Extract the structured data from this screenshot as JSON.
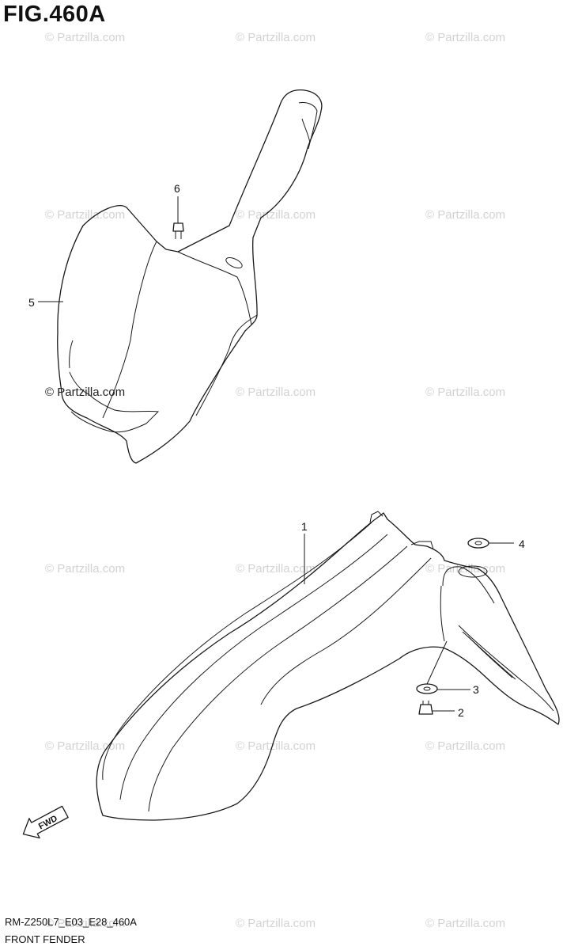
{
  "figure_title": "FIG.460A",
  "watermark_text": "© Partzilla.com",
  "model_code": "RM-Z250L7_E03_E28_460A",
  "section_title": "FRONT FENDER",
  "fwd_label": "FWD",
  "callouts": [
    {
      "number": "1",
      "part": "front-fender"
    },
    {
      "number": "2",
      "part": "bolt"
    },
    {
      "number": "3",
      "part": "washer"
    },
    {
      "number": "4",
      "part": "washer"
    },
    {
      "number": "5",
      "part": "number-plate"
    },
    {
      "number": "6",
      "part": "screw"
    }
  ],
  "colors": {
    "line": "#1a1a1a",
    "watermark": "#d2d2d2",
    "background": "#ffffff"
  }
}
